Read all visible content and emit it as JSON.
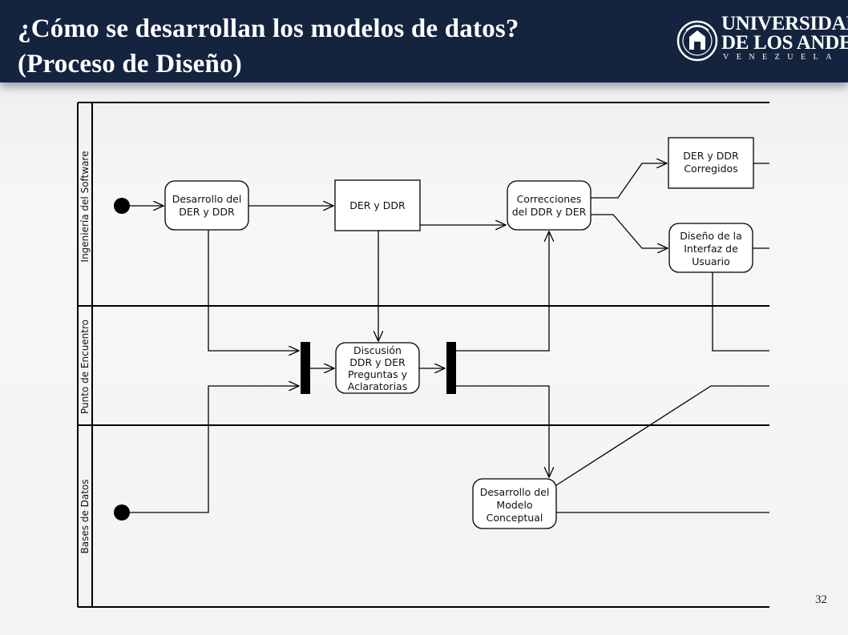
{
  "slide": {
    "title_line1": "¿Cómo se desarrollan los modelos de datos?",
    "title_line2": "(Proceso de Diseño)",
    "page_number": "32"
  },
  "logo": {
    "line1": "UNIVERSIDAD",
    "line2": "DE LOS ANDES",
    "line3": "VENEZUELA"
  },
  "lanes": {
    "software": "Ingeniería del Software",
    "meeting": "Punto de Encuentro",
    "databases": "Bases de Datos"
  },
  "nodes": {
    "desarrollo_der_ddr": [
      "Desarrollo del",
      "DER y DDR"
    ],
    "der_ddr": [
      "DER y DDR"
    ],
    "correcciones": [
      "Correcciones",
      "del DDR y DER"
    ],
    "der_ddr_corregidos": [
      "DER y DDR",
      "Corregidos"
    ],
    "diseno_interfaz": [
      "Diseño de la",
      "Interfaz de",
      "Usuario"
    ],
    "discusion": [
      "Discusión",
      "DDR y DER",
      "Preguntas y",
      "Aclaratorias"
    ],
    "desarrollo_modelo": [
      "Desarrollo del",
      "Modelo",
      "Conceptual"
    ]
  },
  "colors": {
    "header_bg": "#14243f",
    "header_text": "#ffffff",
    "diagram_line": "#000000"
  }
}
